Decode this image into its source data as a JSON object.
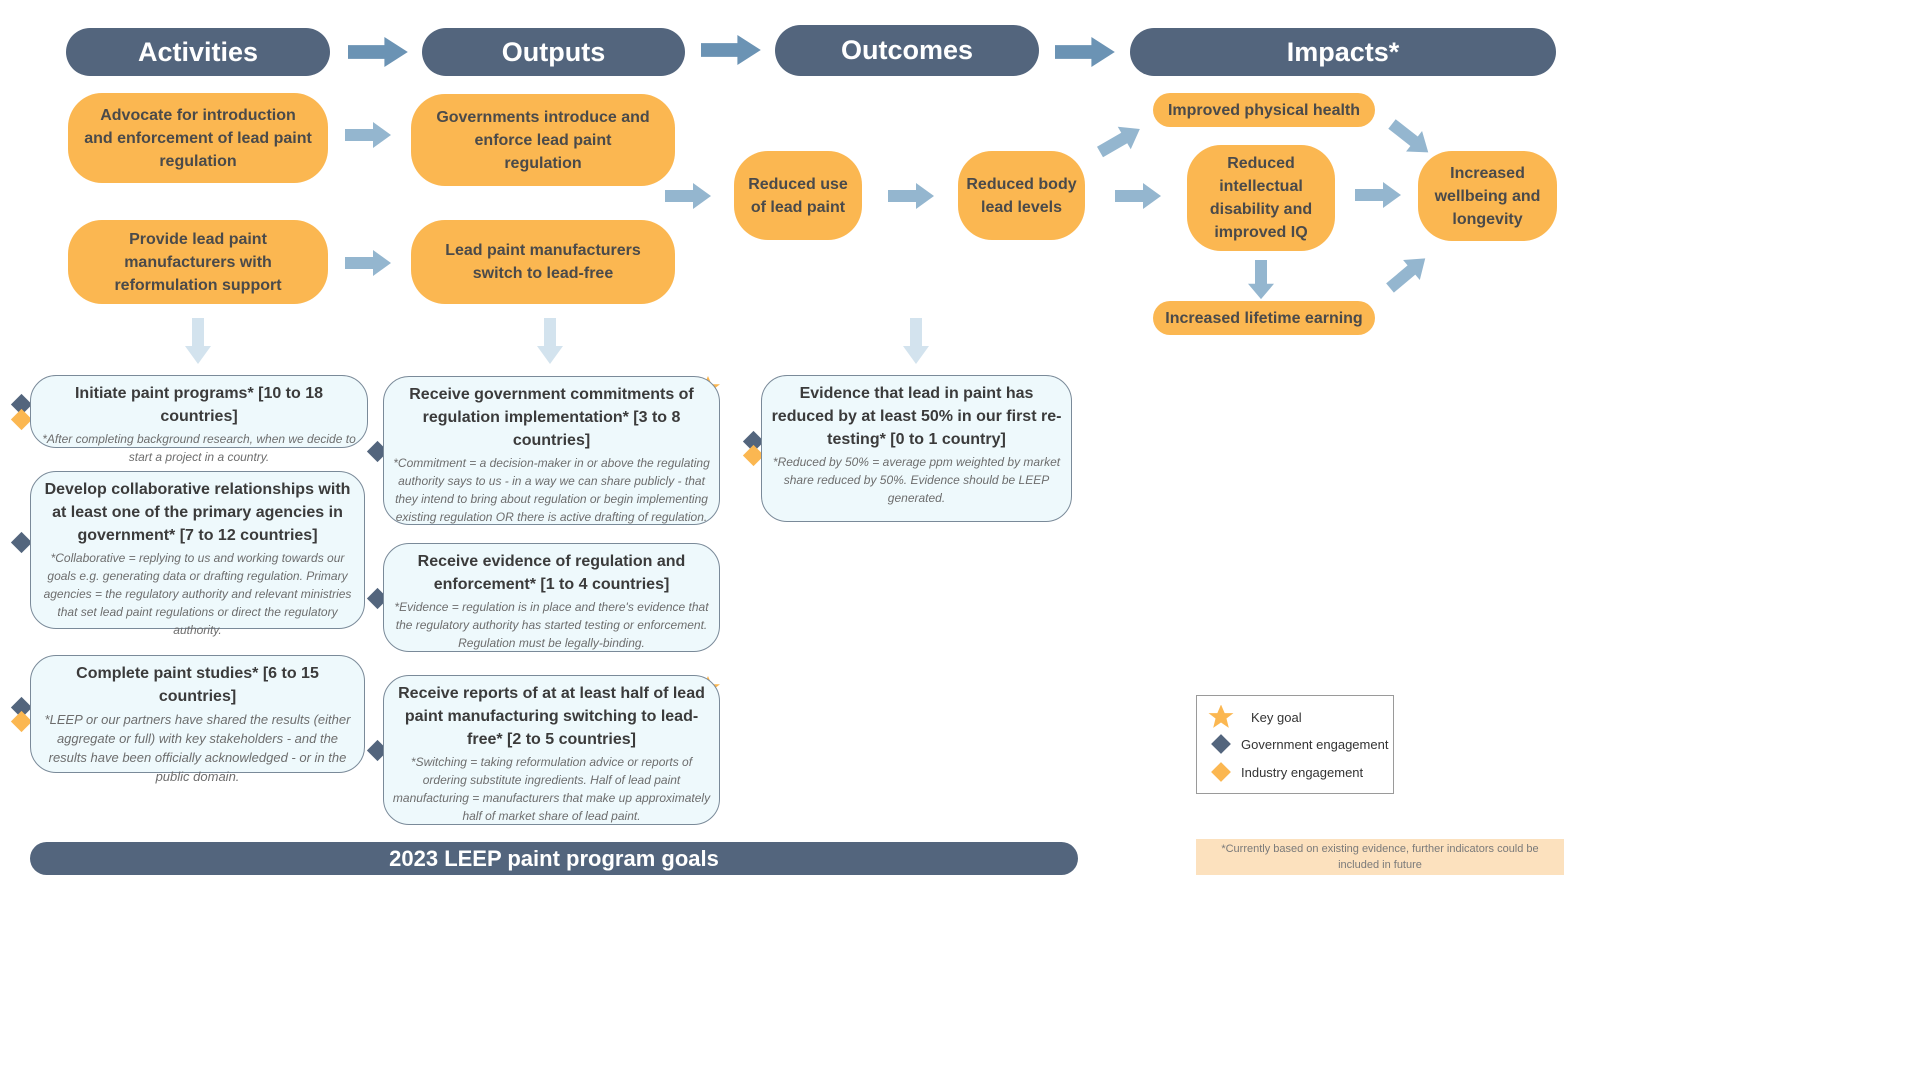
{
  "headers": {
    "activities": "Activities",
    "outputs": "Outputs",
    "outcomes": "Outcomes",
    "impacts": "Impacts*"
  },
  "activities": {
    "advocate": "Advocate for introduction and enforcement of lead paint regulation",
    "support": "Provide lead paint manufacturers with reformulation support"
  },
  "outputs": {
    "governments": "Governments introduce and enforce lead paint regulation",
    "manufacturers": "Lead paint manufacturers switch to lead-free"
  },
  "outcomes": {
    "reduced_use": "Reduced use of lead paint",
    "reduced_body": "Reduced body lead levels"
  },
  "impacts": {
    "physical": "Improved physical health",
    "intellectual": "Reduced intellectual disability and improved IQ",
    "earning": "Increased lifetime earning",
    "wellbeing": "Increased wellbeing and longevity"
  },
  "goals": {
    "initiate": {
      "title": "Initiate paint programs* [10 to 18 countries]",
      "note": "*After completing background research, when we decide to start a project in a country."
    },
    "collaborate": {
      "title": "Develop collaborative relationships with at least one of the primary agencies in government* [7 to 12 countries]",
      "note": "*Collaborative = replying to us and working towards our goals e.g. generating data or drafting regulation. Primary agencies = the regulatory authority and relevant ministries that set lead paint regulations or direct the regulatory authority."
    },
    "studies": {
      "title": "Complete paint studies* [6 to 15 countries]",
      "note": "*LEEP or our partners have shared the results (either aggregate or full) with key stakeholders - and the results have been officially acknowledged - or in the public domain."
    },
    "commitments": {
      "title": "Receive government commitments of regulation implementation* [3 to 8 countries]",
      "note": "*Commitment = a decision-maker in or above the regulating authority says to us - in a way we can share publicly - that they intend to bring about regulation or begin implementing existing regulation OR there is active drafting of regulation."
    },
    "evidence": {
      "title": "Receive evidence of regulation and enforcement* [1 to 4 countries]",
      "note": "*Evidence = regulation is in place and there's evidence that the regulatory authority has started testing or enforcement. Regulation must be legally-binding."
    },
    "reports": {
      "title": "Receive reports of at at least half of lead paint manufacturing switching to lead-free* [2 to 5 countries]",
      "note": "*Switching = taking reformulation advice or reports of ordering substitute ingredients. Half of lead paint manufacturing = manufacturers that make up approximately half of market share of lead paint."
    },
    "retesting": {
      "title": "Evidence that lead in paint has reduced by at least 50% in our first re-testing* [0 to 1 country]",
      "note": "*Reduced by 50% = average ppm weighted by market share reduced by 50%. Evidence should be LEEP generated."
    }
  },
  "legend": {
    "key_goal": "Key goal",
    "government": "Government engagement",
    "industry": "Industry engagement"
  },
  "footnote": "*Currently based on existing evidence, further indicators could be included in future",
  "bottom_title": "2023 LEEP paint program goals",
  "colors": {
    "header": "#53657d",
    "orange": "#fbb751",
    "arrow": "#8fb1cb",
    "arrow_light": "#d3e3ee",
    "goal_bg": "#eef9fc",
    "diamond_gov": "#53657d",
    "diamond_ind": "#fbb751",
    "star": "#fbb751"
  }
}
